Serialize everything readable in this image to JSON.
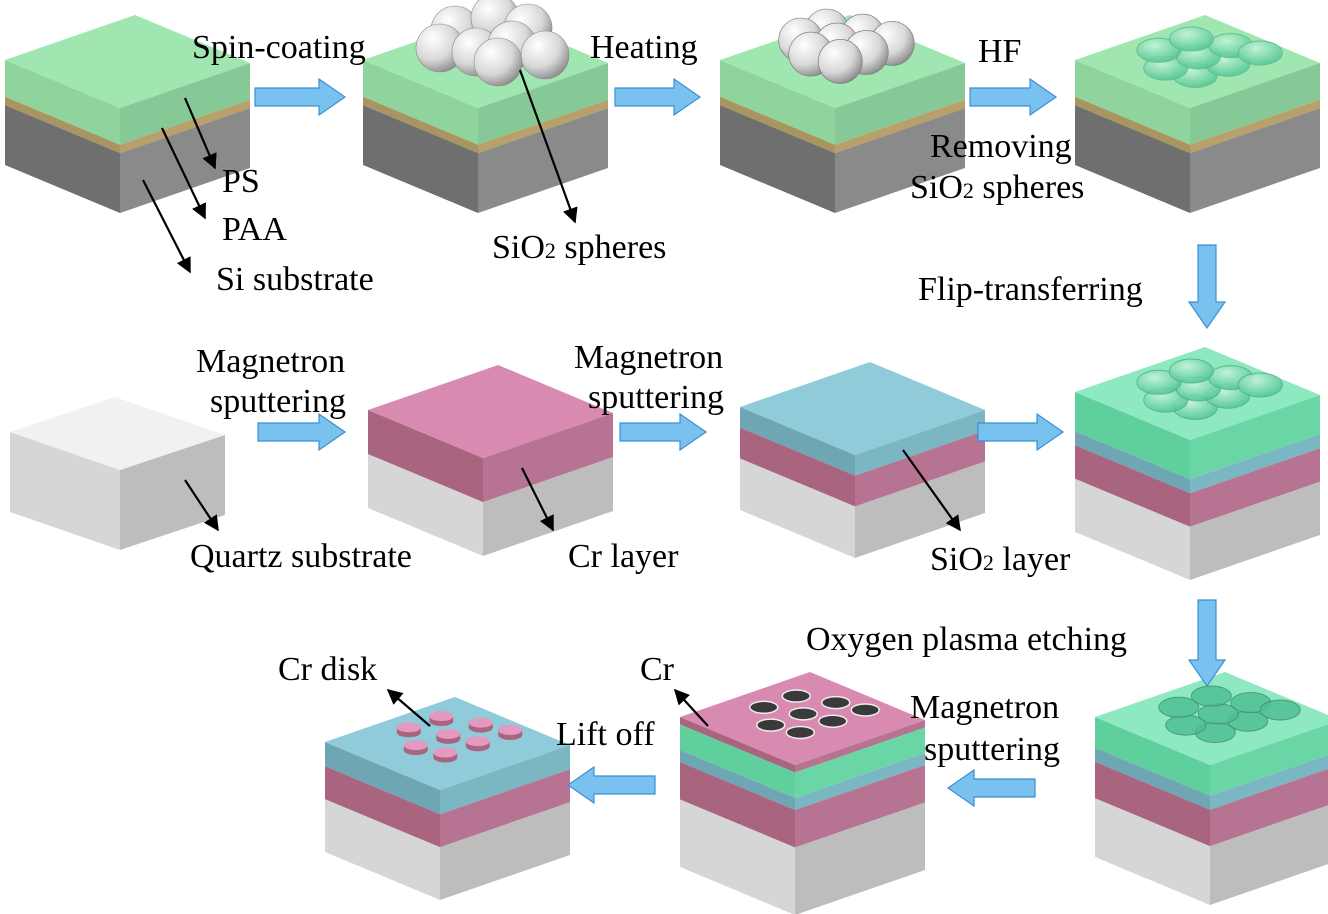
{
  "colors": {
    "arrow_fill": "#79c2f0",
    "arrow_stroke": "#3b8fd0",
    "si": [
      "#8c8c8c",
      "#6f6f6f",
      "#8a8a8a"
    ],
    "quartz": [
      "#f1f1f1",
      "#d6d6d6",
      "#bdbdbd"
    ],
    "ps": [
      "#9fe6b0",
      "#8fd49c",
      "#86c896"
    ],
    "paa": [
      "#c9b27a",
      "#a89560",
      "#b8a06a"
    ],
    "cr": [
      "#d98ab0",
      "#a9647f",
      "#b77392"
    ],
    "sio2": [
      "#8fcbd8",
      "#6fa6b3",
      "#7bb6c3"
    ],
    "green_overlay": [
      "#8ee8c0",
      "#5fcf9e",
      "#6ad6a6"
    ]
  },
  "steps": {
    "spin_coating": "Spin-coating",
    "heating": "Heating",
    "hf": "HF",
    "removing_line1": "Removing",
    "removing_sio": "SiO",
    "removing_sub": "2",
    "removing_rest": " spheres",
    "flip_transferring": "Flip-transferring",
    "magnetron1_line1": "Magnetron",
    "magnetron1_line2": "sputtering",
    "magnetron2_line1": "Magnetron",
    "magnetron2_line2": "sputtering",
    "oxygen_plasma": "Oxygen plasma etching",
    "magnetron3_line1": "Magnetron",
    "magnetron3_line2": "sputtering",
    "lift_off": "Lift off"
  },
  "labels": {
    "ps": "PS",
    "paa": "PAA",
    "si_substrate": "Si substrate",
    "sio2_spheres_sio": "SiO",
    "sio2_spheres_sub": "2",
    "sio2_spheres_rest": " spheres",
    "quartz_substrate": "Quartz substrate",
    "cr_layer": "Cr layer",
    "sio2_layer_sio": "SiO",
    "sio2_layer_sub": "2",
    "sio2_layer_rest": " layer",
    "cr_disk": "Cr disk",
    "cr": "Cr"
  }
}
